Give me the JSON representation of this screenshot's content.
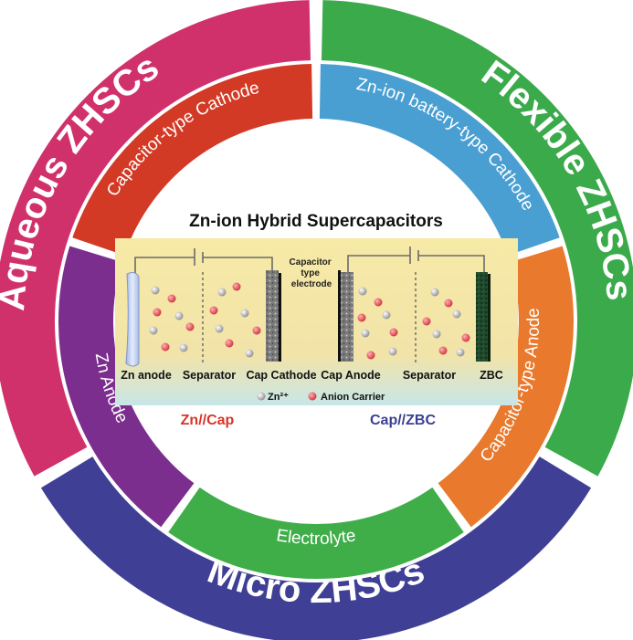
{
  "outer_ring": [
    {
      "label": "Aqueous ZHSCs",
      "color": "#d1316a"
    },
    {
      "label": "Flexible ZHSCs",
      "color": "#3aaa4a"
    },
    {
      "label": "Micro ZHSCs",
      "color": "#3f3f96"
    }
  ],
  "inner_ring": [
    {
      "label": "Capacitor-type Cathode",
      "color": "#d33a25"
    },
    {
      "label": "Zn-ion battery-type Cathode",
      "color": "#4a9fd2"
    },
    {
      "label": "Capacitor-type Anode",
      "color": "#e9792d"
    },
    {
      "label": "Electrolyte",
      "color": "#3fae49"
    },
    {
      "label": "Zn Anode",
      "color": "#7b2e8e"
    }
  ],
  "center": {
    "title": "Zn-ion Hybrid Supercapacitors",
    "electrode_note": "Capacitor type electrode",
    "left_cell": {
      "labels": [
        "Zn anode",
        "Separator",
        "Cap Cathode"
      ],
      "name": "Zn//Cap",
      "name_color": "#d6362a"
    },
    "right_cell": {
      "labels": [
        "Cap Anode",
        "Separator",
        "ZBC"
      ],
      "name": "Cap//ZBC",
      "name_color": "#3c3f94"
    },
    "legend": {
      "zn_ion": "Zn²⁺",
      "anion": "Anion Carrier"
    }
  }
}
